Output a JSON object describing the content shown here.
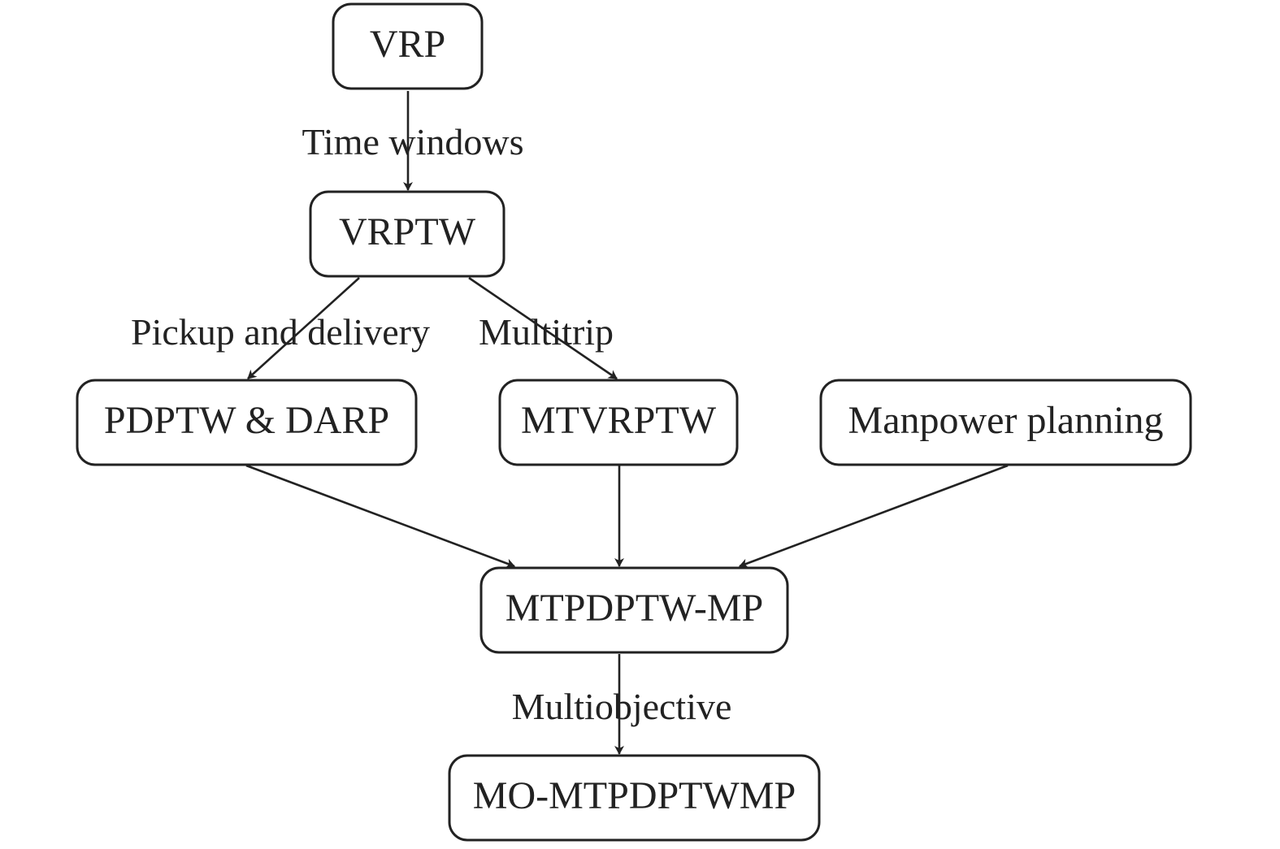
{
  "nodes": {
    "vrp": "VRP",
    "vrptw": "VRPTW",
    "pdptw_darp": "PDPTW & DARP",
    "mtvrptw": "MTVRPTW",
    "manpower": "Manpower planning",
    "mtpdptw_mp": "MTPDPTW-MP",
    "mo_mtpdptwmp": "MO-MTPDPTWMP"
  },
  "edge_labels": {
    "time_windows": "Time windows",
    "pickup_delivery": "Pickup and delivery",
    "multitrip": "Multitrip",
    "multiobjective": "Multiobjective"
  },
  "colors": {
    "stroke": "#222222",
    "background": "#ffffff"
  }
}
